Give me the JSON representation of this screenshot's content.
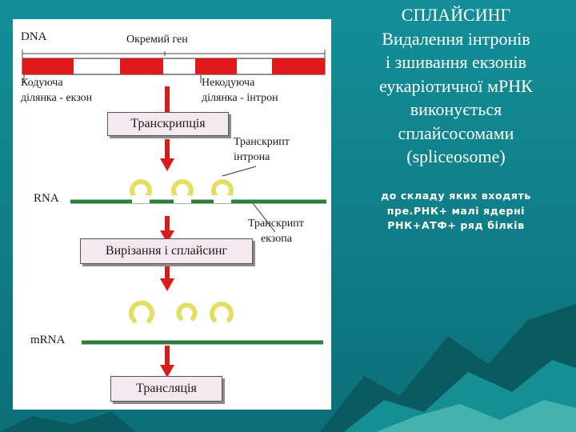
{
  "colors": {
    "background": "#0f8a95",
    "exon": "#e0191c",
    "rna": "#2f7f3e",
    "intron": "#e3df62",
    "arrow": "#d81b1b"
  },
  "diagram": {
    "dna_label": "DNA",
    "gene_label": "Окремий ген",
    "coding_label": [
      "Кодуюча",
      "ділянка - екзон"
    ],
    "noncoding_label": [
      "Некодуюча",
      "ділянка - інтрон"
    ],
    "transcription_label": "Транскрипція",
    "intron_transcript_label": [
      "Транскрипт",
      "інтрона"
    ],
    "rna_label": "RNA",
    "exon_transcript_label": [
      "Транскрипт",
      "екзопа"
    ],
    "splicing_label": "Вирізання і сплайсинг",
    "mrna_label": "mRNA",
    "translation_label": "Трансляція"
  },
  "side": {
    "title_lines": [
      "СПЛАЙСИНГ",
      "Видалення інтронів",
      "і зшивання екзонів",
      "еукаріотичної мРНК",
      "виконується",
      "сплайсосомами",
      "(spliceosome)"
    ],
    "note_lines": [
      "до складу яких входять",
      "пре.РНК+ малі ядерні",
      "РНК+АТФ+ ряд білків"
    ]
  }
}
